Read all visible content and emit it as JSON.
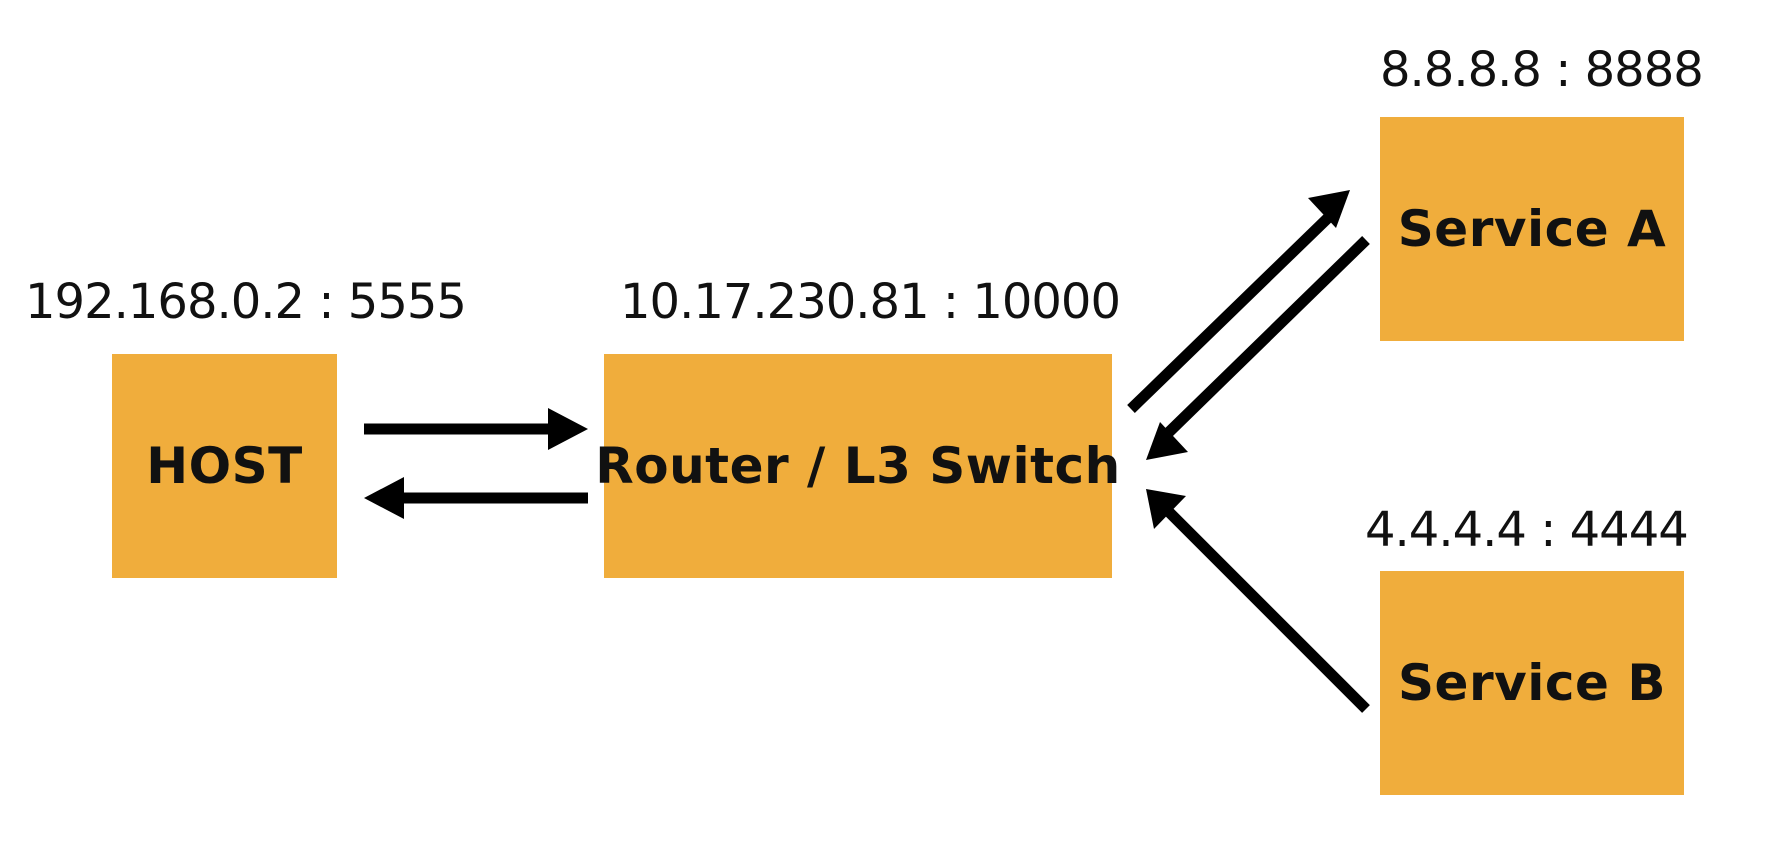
{
  "nodes": {
    "host": {
      "label": "HOST",
      "address": "192.168.0.2 : 5555"
    },
    "router": {
      "label": "Router / L3 Switch",
      "address": "10.17.230.81 : 10000"
    },
    "service_a": {
      "label": "Service A",
      "address": "8.8.8.8 : 8888"
    },
    "service_b": {
      "label": "Service B",
      "address": "4.4.4.4 : 4444"
    }
  },
  "edges": [
    {
      "from": "host",
      "to": "router"
    },
    {
      "from": "router",
      "to": "host"
    },
    {
      "from": "router",
      "to": "service_a"
    },
    {
      "from": "service_a",
      "to": "router"
    },
    {
      "from": "service_b",
      "to": "router"
    }
  ],
  "colors": {
    "node_fill": "#f0ad3c",
    "arrow": "#000000",
    "text": "#111111"
  }
}
